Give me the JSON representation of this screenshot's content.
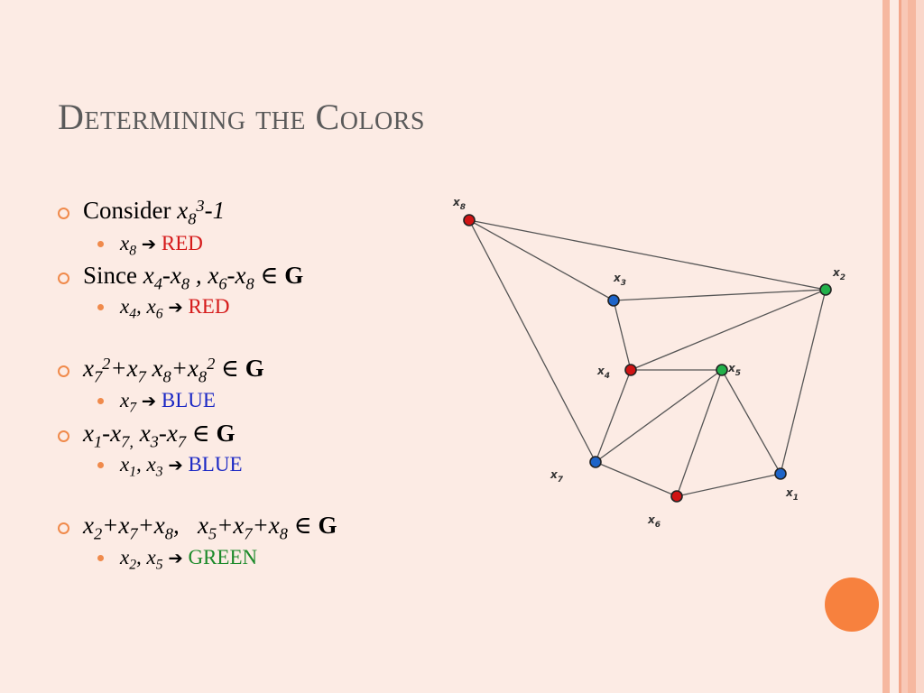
{
  "slide": {
    "title": "Determining the Colors",
    "colors": {
      "red": "#d51a1a",
      "blue": "#1a27c4",
      "green": "#1c8a2a",
      "accent": "#f08a4b"
    }
  },
  "bullets": {
    "consider": {
      "label": "Consider ",
      "var": "x",
      "sub": "8",
      "sup": "3",
      "tail": "-1"
    },
    "consider_sub": {
      "var": "x",
      "sub": "8",
      "color_word": "RED"
    },
    "since": {
      "label": "Since ",
      "expr_a": "x",
      "a_sub1": "4",
      "a_mid": "-x",
      "a_sub2": "8",
      "sep": " , ",
      "expr_b": "x",
      "b_sub1": "6",
      "b_mid": "-x",
      "b_sub2": "8",
      "member": " ∈ ",
      "set": "G"
    },
    "since_sub": {
      "v1": "x",
      "s1": "4",
      "comma": ", ",
      "v2": "x",
      "s2": "6",
      "color_word": "RED"
    },
    "poly": {
      "t1": "x",
      "t1sub": "7",
      "t1sup": "2",
      "plus1": "+x",
      "t2sub": "7",
      "t3": " x",
      "t3sub": "8",
      "plus2": "+x",
      "t4sub": "8",
      "t4sup": "2",
      "member": " ∈ ",
      "set": "G"
    },
    "poly_sub": {
      "var": "x",
      "sub": "7",
      "color_word": "BLUE"
    },
    "diff": {
      "v1": "x",
      "s1": "1",
      "m1": "-x",
      "s2": "7,",
      "v3": " x",
      "s3": "3",
      "m2": "-x",
      "s4": "7",
      "member": " ∈ ",
      "set": "G"
    },
    "diff_sub": {
      "v1": "x",
      "s1": "1",
      "comma": ", ",
      "v2": "x",
      "s2": "3",
      "color_word": "BLUE"
    },
    "sums": {
      "v1": "x",
      "s1": "2",
      "p1": "+x",
      "s2": "7",
      "p2": "+x",
      "s3": "8",
      "gap": ",   ",
      "v4": "x",
      "s4": "5",
      "p3": "+x",
      "s5": "7",
      "p4": "+x",
      "s6": "8",
      "member": " ∈ ",
      "set": "G"
    },
    "sums_sub": {
      "v1": "x",
      "s1": "2",
      "comma": ", ",
      "v2": "x",
      "s2": "5",
      "color_word": "GREEN"
    }
  },
  "graph": {
    "node_colors": {
      "red": "#d01414",
      "blue": "#1e64c8",
      "green": "#22b04a"
    },
    "vertices": [
      {
        "id": "x8",
        "letter": "x",
        "sub": "8",
        "color": "red"
      },
      {
        "id": "x3",
        "letter": "x",
        "sub": "3",
        "color": "blue"
      },
      {
        "id": "x2",
        "letter": "x",
        "sub": "2",
        "color": "green"
      },
      {
        "id": "x4",
        "letter": "x",
        "sub": "4",
        "color": "red"
      },
      {
        "id": "x5",
        "letter": "x",
        "sub": "5",
        "color": "green"
      },
      {
        "id": "x7",
        "letter": "x",
        "sub": "7",
        "color": "blue"
      },
      {
        "id": "x6",
        "letter": "x",
        "sub": "6",
        "color": "red"
      },
      {
        "id": "x1",
        "letter": "x",
        "sub": "1",
        "color": "blue"
      }
    ],
    "edges": [
      [
        "x8",
        "x2"
      ],
      [
        "x8",
        "x3"
      ],
      [
        "x8",
        "x7"
      ],
      [
        "x3",
        "x2"
      ],
      [
        "x3",
        "x4"
      ],
      [
        "x4",
        "x2"
      ],
      [
        "x4",
        "x5"
      ],
      [
        "x4",
        "x7"
      ],
      [
        "x5",
        "x7"
      ],
      [
        "x5",
        "x6"
      ],
      [
        "x5",
        "x1"
      ],
      [
        "x7",
        "x6"
      ],
      [
        "x6",
        "x1"
      ],
      [
        "x2",
        "x1"
      ]
    ]
  }
}
